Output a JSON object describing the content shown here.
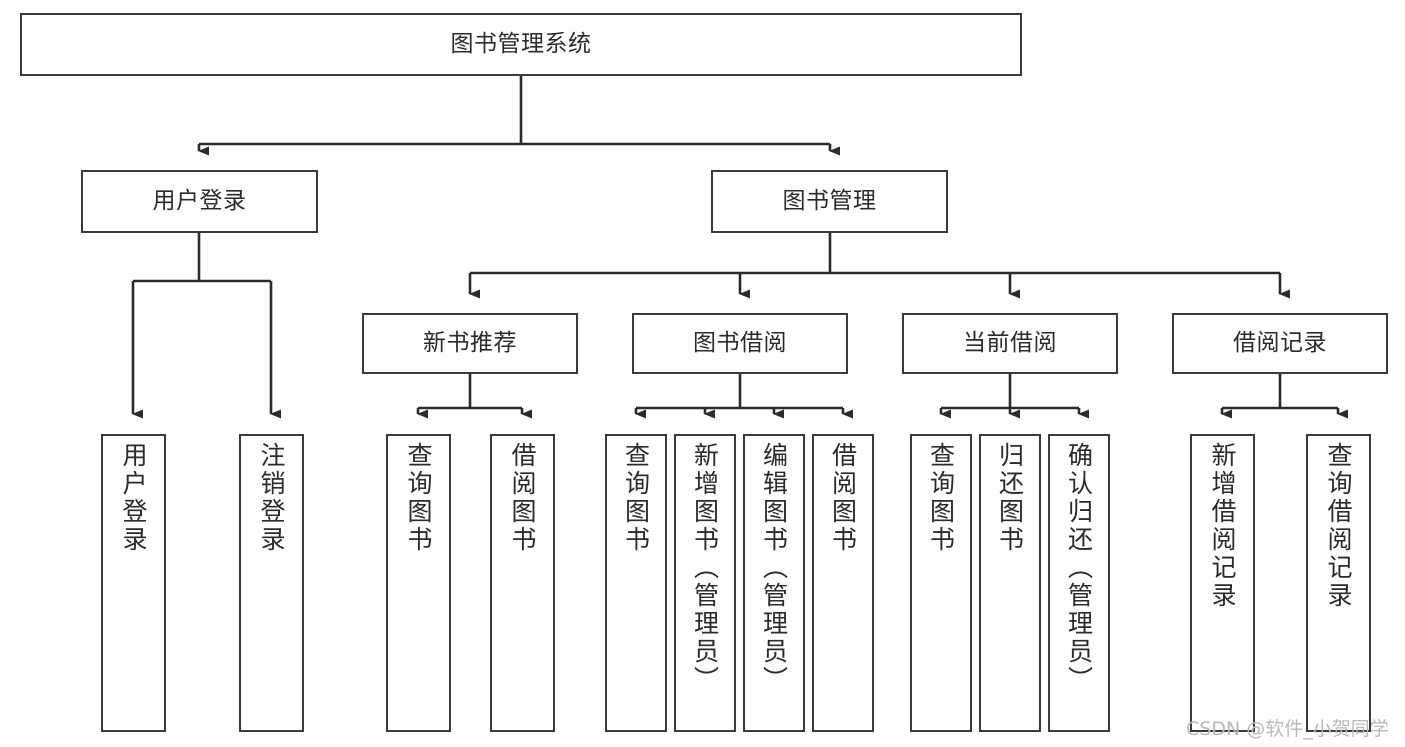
{
  "diagram": {
    "title": "图书管理系统",
    "type": "tree-hierarchy-diagram",
    "orientation": "top-down",
    "colors": {
      "box_border": "#3a3a3a",
      "box_fill": "#ffffff",
      "connector": "#2b2b2b",
      "text": "#2b2b2b",
      "watermark": "#b9b9b9",
      "background": "#ffffff"
    }
  },
  "root": {
    "id": "root",
    "label": "图书管理系统",
    "text_direction": "horizontal"
  },
  "level2": [
    {
      "id": "user-login",
      "label": "用户登录",
      "text_direction": "horizontal"
    },
    {
      "id": "book-management",
      "label": "图书管理",
      "text_direction": "horizontal"
    }
  ],
  "level3": [
    {
      "id": "new-book-recommend",
      "label": "新书推荐",
      "text_direction": "horizontal",
      "parent": "book-management"
    },
    {
      "id": "book-borrow",
      "label": "图书借阅",
      "text_direction": "horizontal",
      "parent": "book-management"
    },
    {
      "id": "current-borrow",
      "label": "当前借阅",
      "text_direction": "horizontal",
      "parent": "book-management"
    },
    {
      "id": "borrow-record",
      "label": "借阅记录",
      "text_direction": "horizontal",
      "parent": "book-management"
    }
  ],
  "leaves": {
    "user_login": [
      {
        "id": "leaf-user-login",
        "label": "用户登录",
        "text_direction": "vertical"
      },
      {
        "id": "leaf-user-logout",
        "label": "注销登录",
        "text_direction": "vertical"
      }
    ],
    "new_book_recommend": [
      {
        "id": "leaf-query-book-1",
        "label": "查询图书",
        "text_direction": "vertical"
      },
      {
        "id": "leaf-borrow-book-1",
        "label": "借阅图书",
        "text_direction": "vertical"
      }
    ],
    "book_borrow": [
      {
        "id": "leaf-query-book-2",
        "label": "查询图书",
        "text_direction": "vertical"
      },
      {
        "id": "leaf-add-book",
        "label": "新增图书（管理员）",
        "text_direction": "vertical"
      },
      {
        "id": "leaf-edit-book",
        "label": "编辑图书（管理员）",
        "text_direction": "vertical"
      },
      {
        "id": "leaf-borrow-book-2",
        "label": "借阅图书",
        "text_direction": "vertical"
      }
    ],
    "current_borrow": [
      {
        "id": "leaf-query-book-3",
        "label": "查询图书",
        "text_direction": "vertical"
      },
      {
        "id": "leaf-return-book",
        "label": "归还图书",
        "text_direction": "vertical"
      },
      {
        "id": "leaf-confirm-return",
        "label": "确认归还（管理员）",
        "text_direction": "vertical"
      }
    ],
    "borrow_record": [
      {
        "id": "leaf-add-record",
        "label": "新增借阅记录",
        "text_direction": "vertical"
      },
      {
        "id": "leaf-query-record",
        "label": "查询借阅记录",
        "text_direction": "vertical"
      }
    ]
  },
  "watermark": {
    "text": "CSDN @软件_小贺同学"
  }
}
